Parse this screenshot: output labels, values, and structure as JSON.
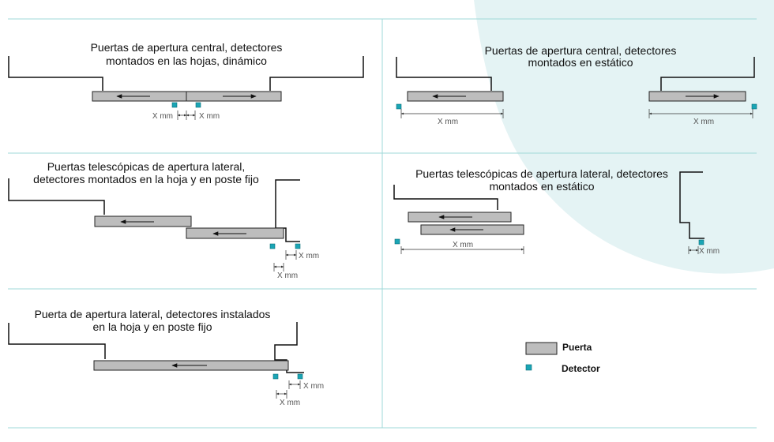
{
  "colors": {
    "background_shape": "#e4f3f4",
    "separator": "#9fd8d8",
    "door_fill": "#bdbdbd",
    "detector": "#1aa5b5"
  },
  "panels": {
    "p1": {
      "title_line1": "Puertas de apertura central, detectores",
      "title_line2": "montados en las hojas, dinámico",
      "dim_left": "X mm",
      "dim_right": "X mm"
    },
    "p2": {
      "title_line1": "Puertas de apertura central, detectores",
      "title_line2": "montados en estático",
      "dim_left": "X mm",
      "dim_right": "X mm"
    },
    "p3": {
      "title_line1": "Puertas telescópicas de apertura lateral,",
      "title_line2": "detectores montados en la hoja y en poste fijo",
      "dim_right": "X mm",
      "dim_bottom": "X mm"
    },
    "p4": {
      "title_line1": "Puertas telescópicas de apertura lateral, detectores",
      "title_line2": "montados en estático",
      "dim_left": "X mm",
      "dim_right": "X mm"
    },
    "p5": {
      "title_line1": "Puerta de apertura lateral, detectores instalados",
      "title_line2": "en la hoja y en poste fijo",
      "dim_right": "X mm",
      "dim_bottom": "X mm"
    }
  },
  "legend": {
    "door_label": "Puerta",
    "detector_label": "Detector"
  }
}
